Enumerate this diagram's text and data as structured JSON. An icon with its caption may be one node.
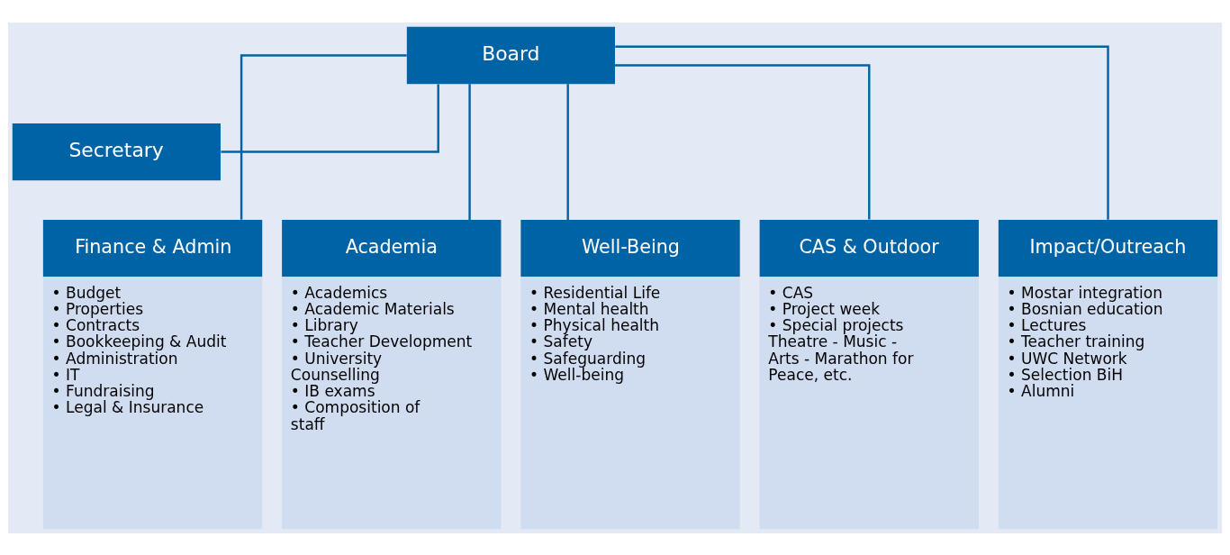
{
  "diagram": {
    "nodes": [
      {
        "text": [
          "Board"
        ]
      },
      {
        "text": [
          "Secretary"
        ]
      },
      {
        "text": [
          "Finance & Admin",
          "• Budget",
          "• Properties",
          "• Contracts",
          "• Bookkeeping & Audit",
          "• Administration",
          "• IT",
          "• Fundraising",
          "• Legal & Insurance"
        ]
      },
      {
        "text": [
          "Academia",
          "• Academics",
          "• Academic Materials",
          "• Library",
          "• Teacher Development",
          "• University Counselling",
          "• IB exams",
          "• Composition of staff"
        ]
      },
      {
        "text": [
          "Well-Being",
          "• Residential Life",
          "• Mental health",
          "• Physical health",
          "• Safety",
          "• Safeguarding",
          "• Well-being"
        ]
      },
      {
        "text": [
          "CAS & Outdoor",
          "• CAS",
          "• Project week",
          "• Special projects Theatre - Music - Arts - Marathon for Peace, etc."
        ]
      },
      {
        "text": [
          "Impact/Outreach",
          "• Mostar integration",
          "• Bosnian education",
          "• Lectures",
          "• Teacher training",
          "• UWC Network",
          "• Selection BiH",
          "• Alumni"
        ]
      }
    ],
    "edges": [
      {
        "from": 0,
        "to": 1,
        "arrow": "none"
      },
      {
        "from": 0,
        "to": 2,
        "arrow": "none"
      },
      {
        "from": 0,
        "to": 3,
        "arrow": "none"
      },
      {
        "from": 0,
        "to": 4,
        "arrow": "none"
      },
      {
        "from": 0,
        "to": 5,
        "arrow": "none"
      },
      {
        "from": 0,
        "to": 6,
        "arrow": "none"
      }
    ]
  }
}
